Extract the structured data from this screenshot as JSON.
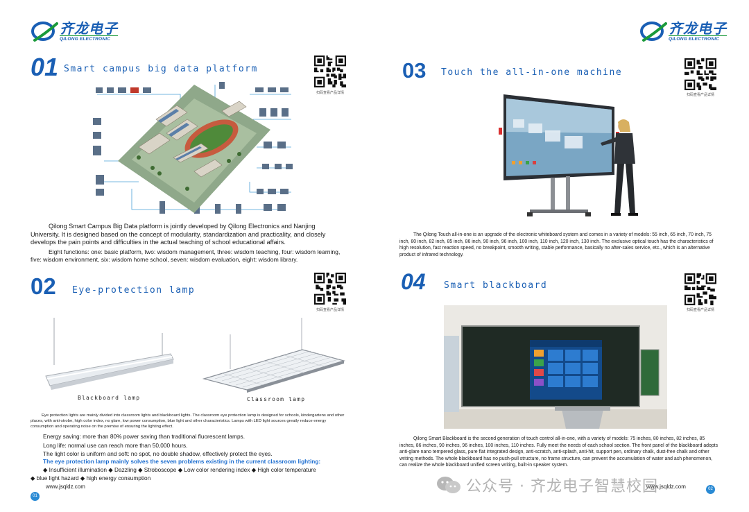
{
  "logo": {
    "cn": "齐龙电子",
    "en": "QILONG ELECTRONIC"
  },
  "qr_caption": "扫码查看产品详情",
  "left": {
    "section1": {
      "number": "01",
      "title": "Smart campus big data platform",
      "para1": "Qilong Smart Campus Big Data platform is jointly developed by Qilong Electronics and Nanjing University. It is designed based on the concept of modularity, standardization and practicality, and closely develops the pain points and difficulties in the actual teaching of school educational affairs.",
      "para2": "Eight functions: one: basic platform, two: wisdom management, three: wisdom teaching, four: wisdom learning, five: wisdom environment, six: wisdom home school, seven: wisdom evaluation, eight: wisdom library."
    },
    "section2": {
      "number": "02",
      "title": "Eye-protection lamp",
      "caption_left": "Blackboard lamp",
      "caption_right": "Classroom lamp",
      "para1": "Eye protection lights are mainly divided into classroom lights and blackboard lights. The classroom eye protection lamp is designed for schools, kindergartens and other places, with anti-strobe, high color index, no glare, low power consumption, blue light and other characteristics. Lamps with LED light sources greatly reduce energy consumption and operating noise on the premise of ensuring the lighting effect.",
      "line_energy": "Energy saving: more than 80% power saving than traditional fluorescent lamps.",
      "line_life": "Long life: normal use can reach more than 50,000 hours.",
      "line_light": "The light color is uniform and soft: no spot, no double shadow, effectively protect the eyes.",
      "line_problems": "The eye protection lamp mainly solves the seven problems existing in the current classroom lighting:",
      "line_list1": "◆ Insufficient illumination ◆ Dazzling ◆ Stroboscope ◆ Low color rendering index ◆ High color temperature",
      "line_list2": "◆ blue light hazard ◆ high energy consumption",
      "website": "www.jsqldz.com",
      "page_number": "01"
    }
  },
  "right": {
    "section3": {
      "number": "03",
      "title": "Touch the all-in-one machine",
      "para": "The Qilong Touch all-in-one is an upgrade of the electronic whiteboard system and comes in a variety of models: 55 inch, 65 inch, 70 inch, 75 inch, 80 inch, 82 inch, 85 inch, 86 inch, 90 inch, 96 inch, 100 inch, 110 inch, 120 inch, 130 inch. The exclusive optical touch has the characteristics of high resolution, fast reaction speed, no breakpoint, smooth writing, stable performance, basically no after-sales service, etc., which is an alternative product of infrared technology."
    },
    "section4": {
      "number": "04",
      "title": "Smart blackboard",
      "para": "Qilong Smart Blackboard is the second generation of touch control all-in-one, with a variety of models: 75 inches, 80 inches, 82 inches, 85 inches, 86 inches, 90 inches, 96 inches, 100 inches, 110 inches. Fully meet the needs of each school section. The front panel of the blackboard adopts anti-glare nano tempered glass, pure flat integrated design, anti-scratch, anti-splash, anti-hit, support pen, ordinary chalk, dust-free chalk and other writing methods. The whole blackboard has no push-pull structure, no frame structure, can prevent the accumulation of water and ash phenomenon, can realize the whole blackboard unified screen writing, built-in speaker system.",
      "website": "www.jsqldz.com",
      "page_number": "02"
    }
  },
  "watermark": "公众号 · 齐龙电子智慧校园",
  "colors": {
    "brand_blue": "#1a5fb4",
    "brand_green": "#1a9a3a",
    "highlight_blue": "#1f6fd0",
    "page_badge": "#2a8ad4"
  }
}
